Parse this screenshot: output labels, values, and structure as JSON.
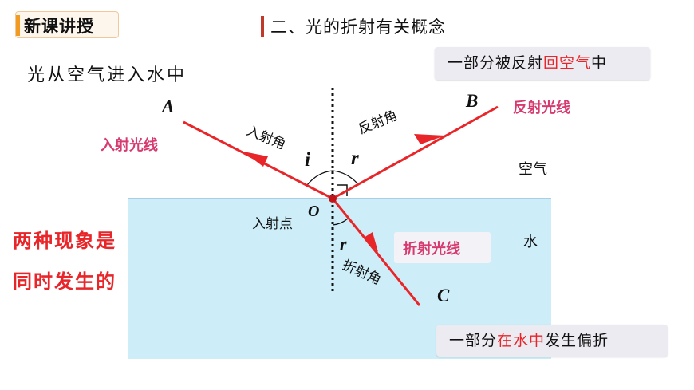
{
  "header": {
    "badge": "新课讲授",
    "section_title": "二、光的折射有关概念"
  },
  "lead_text": "光从空气进入水中",
  "callouts": {
    "reflect": {
      "pre": "一部分被反射",
      "hl": "回空气",
      "post": "中"
    },
    "refract": {
      "pre": "一部分",
      "hl": "在水中",
      "post": "发生偏折"
    }
  },
  "side_note": {
    "line1": "两种现象是",
    "line2": "同时发生的"
  },
  "diagram": {
    "point_labels": {
      "A": "A",
      "B": "B",
      "C": "C",
      "O": "O"
    },
    "angle_symbols": {
      "i": "i",
      "r_reflect": "r",
      "r_refract": "r"
    },
    "labels": {
      "incident_ray": "入射光线",
      "reflected_ray": "反射光线",
      "refracted_ray": "折射光线",
      "incidence_angle": "入射角",
      "reflection_angle": "反射角",
      "refraction_angle": "折射角",
      "incidence_point": "入射点",
      "air": "空气",
      "water": "水"
    },
    "colors": {
      "ray": "#e8262a",
      "water_fill": "#cdeef8",
      "water_surface": "#a9cfe5",
      "ray_label": "#d63a6e"
    }
  }
}
